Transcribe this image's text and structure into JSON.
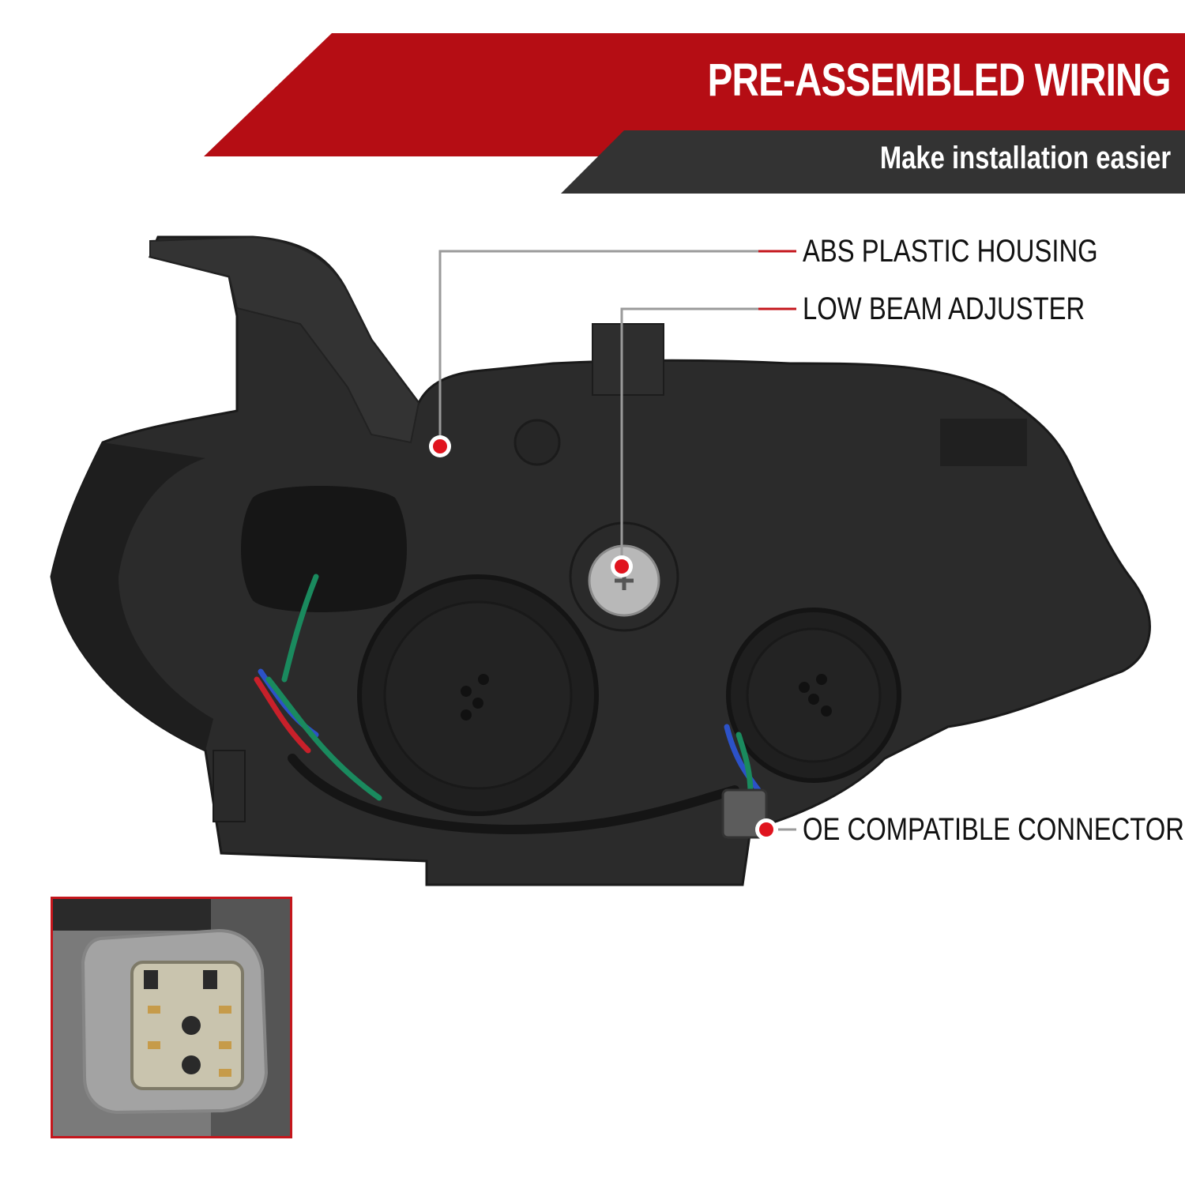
{
  "banner": {
    "title": "PRE-ASSEMBLED WIRING",
    "subtitle": "Make installation easier",
    "title_bg_color": "#b50d14",
    "subtitle_bg_color": "#333333"
  },
  "callouts": [
    {
      "label": "ABS PLASTIC HOUSING"
    },
    {
      "label": "LOW BEAM ADJUSTER"
    },
    {
      "label": "OE COMPATIBLE CONNECTOR"
    }
  ],
  "colors": {
    "marker": "#e0141e",
    "leader_line": "#9a9a9a",
    "inset_border": "#c4161c"
  }
}
